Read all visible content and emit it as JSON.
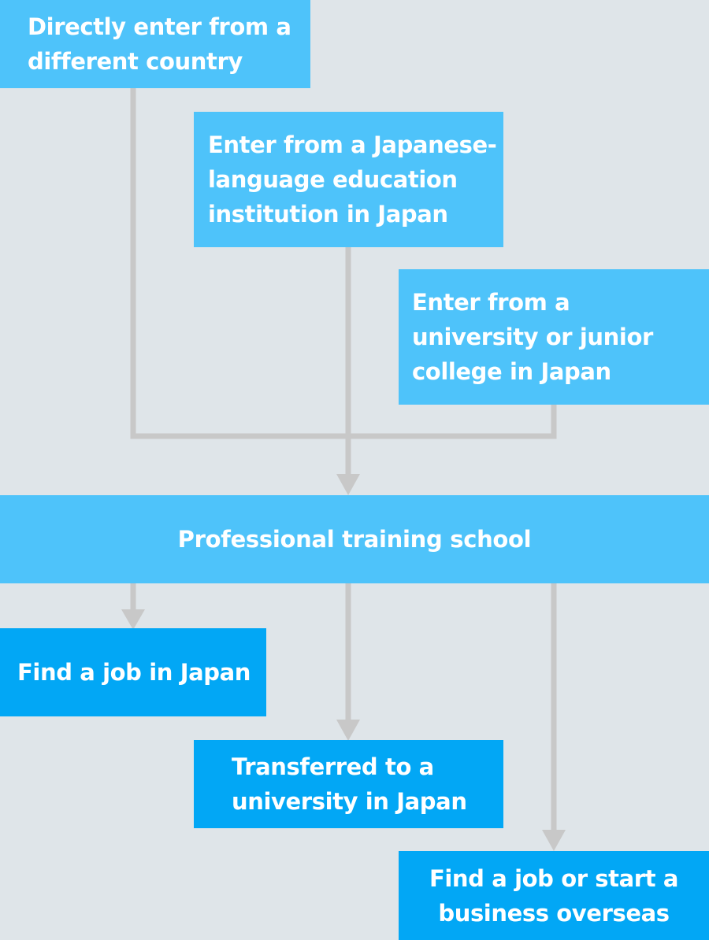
{
  "colors": {
    "background": "#dfe5e9",
    "entry_box": "#4ec3fa",
    "outcome_box": "#02a7f5",
    "connector": "#c8c8c8",
    "text": "#ffffff"
  },
  "entry_paths": [
    {
      "label": "Directly enter from a different country"
    },
    {
      "label": "Enter from a Japanese-language education institution in Japan"
    },
    {
      "label": "Enter from a university or junior college in Japan"
    }
  ],
  "hub": {
    "label": "Professional training school"
  },
  "outcomes": [
    {
      "label": "Find a job in Japan"
    },
    {
      "label": "Transferred to a university in Japan"
    },
    {
      "label": "Find a job or start a business overseas"
    }
  ]
}
